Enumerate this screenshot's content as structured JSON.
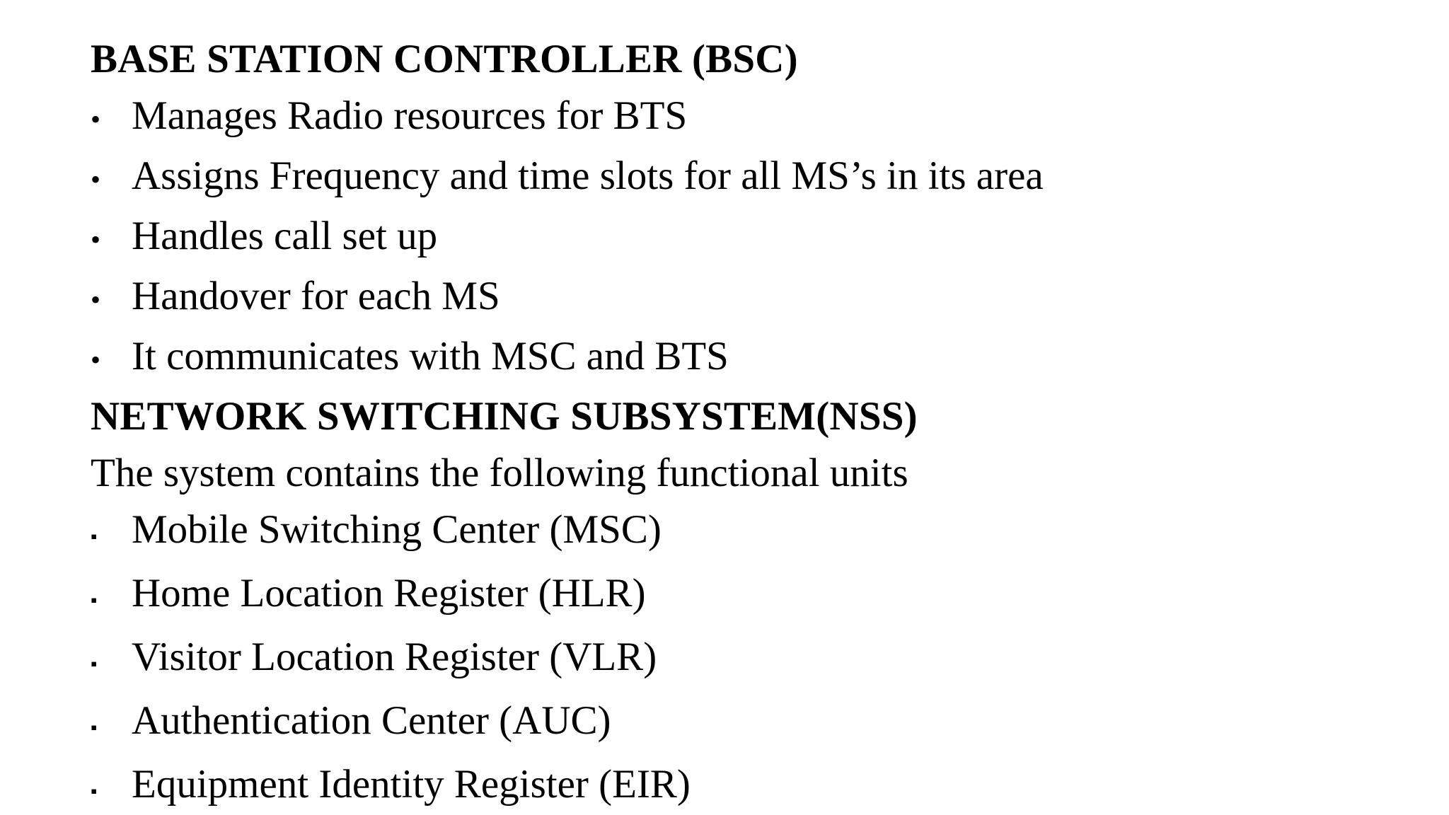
{
  "slide": {
    "background_color": "#ffffff",
    "text_color": "#000000",
    "blocks": [
      {
        "kind": "heading",
        "text": "BASE STATION CONTROLLER (BSC)"
      },
      {
        "kind": "bullet-round",
        "marker": "•",
        "text": "Manages Radio resources for BTS"
      },
      {
        "kind": "bullet-round",
        "marker": "•",
        "text": "Assigns Frequency and time slots for all MS’s in its area"
      },
      {
        "kind": "bullet-round",
        "marker": "•",
        "text": "Handles call set up"
      },
      {
        "kind": "bullet-round",
        "marker": "•",
        "text": "Handover for each MS"
      },
      {
        "kind": "bullet-round",
        "marker": "•",
        "text": "It communicates with MSC and BTS"
      },
      {
        "kind": "heading",
        "text": "NETWORK SWITCHING SUBSYSTEM(NSS)"
      },
      {
        "kind": "plain",
        "text": "The system contains the following functional units"
      },
      {
        "kind": "bullet-square",
        "marker": "▪",
        "text": "Mobile Switching Center (MSC)"
      },
      {
        "kind": "bullet-square",
        "marker": "▪",
        "text": "Home Location Register (HLR)"
      },
      {
        "kind": "bullet-square",
        "marker": "▪",
        "text": "Visitor Location Register (VLR)"
      },
      {
        "kind": "bullet-square",
        "marker": "▪",
        "text": "Authentication Center (AUC)"
      },
      {
        "kind": "bullet-square",
        "marker": "▪",
        "text": "Equipment Identity Register (EIR)"
      }
    ]
  }
}
